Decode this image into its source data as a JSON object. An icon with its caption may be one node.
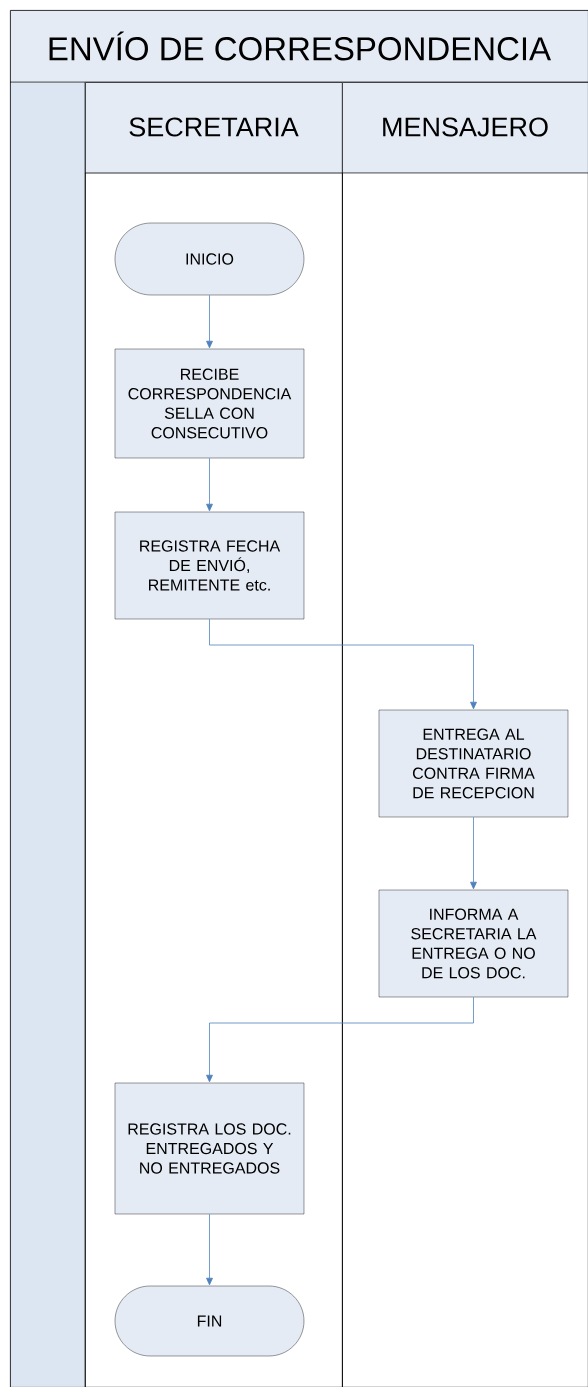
{
  "diagram": {
    "nodes": [
      {
        "text": [
          "ENVÍO DE CORRESPONDENCIA"
        ]
      },
      {
        "text": [
          "SECRETARIA"
        ],
        "in": 0
      },
      {
        "text": [
          "MENSAJERO"
        ],
        "in": 0
      },
      {
        "text": [
          "INICIO"
        ],
        "in": 1
      },
      {
        "text": [
          "RECIBE CORRESPONDENCIA SELLA CON CONSECUTIVO"
        ],
        "in": 1
      },
      {
        "text": [
          "REGISTRA FECHA DE ENVIÓ, REMITENTE etc."
        ],
        "in": 1
      },
      {
        "text": [
          "ENTREGA AL DESTINATARIO CONTRA FIRMA DE RECEPCION"
        ],
        "in": 2
      },
      {
        "text": [
          "INFORMA A SECRETARIA LA ENTREGA O NO DE LOS DOC."
        ],
        "in": 2
      },
      {
        "text": [
          "REGISTRA LOS DOC. ENTREGADOS Y NO ENTREGADOS"
        ],
        "in": 1
      },
      {
        "text": [
          "FIN"
        ],
        "in": 1
      }
    ],
    "edges": [
      {
        "from": 3,
        "to": 4,
        "arrow": "to"
      },
      {
        "from": 4,
        "to": 5,
        "arrow": "to"
      },
      {
        "from": 5,
        "to": 6,
        "arrow": "to"
      },
      {
        "from": 6,
        "to": 7,
        "arrow": "to"
      },
      {
        "from": 7,
        "to": 8,
        "arrow": "to"
      },
      {
        "from": 8,
        "to": 9,
        "arrow": "to"
      }
    ]
  }
}
